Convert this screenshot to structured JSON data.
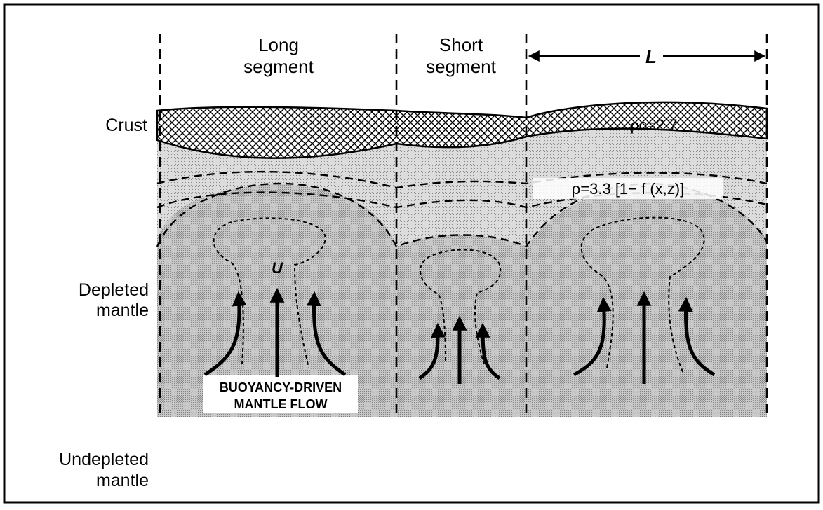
{
  "labels": {
    "crust": "Crust",
    "depleted_line1": "Depleted",
    "depleted_line2": "mantle",
    "undepleted_line1": "Undepleted",
    "undepleted_line2": "mantle",
    "long_seg_line1": "Long",
    "long_seg_line2": "segment",
    "short_seg_line1": "Short",
    "short_seg_line2": "segment",
    "length": "L",
    "crust_density": "ρc=2.7",
    "mantle_density": "ρ=3.3 [1− f (x,z)]",
    "upwelling_velocity": "U",
    "flow_line1": "BUOYANCY-DRIVEN",
    "flow_line2": "MANTLE FLOW"
  },
  "colors": {
    "frame": "#000000",
    "crust_fill": "#cfcfcf",
    "mantle_stipple": "#bdbdbd",
    "background": "#ffffff"
  }
}
